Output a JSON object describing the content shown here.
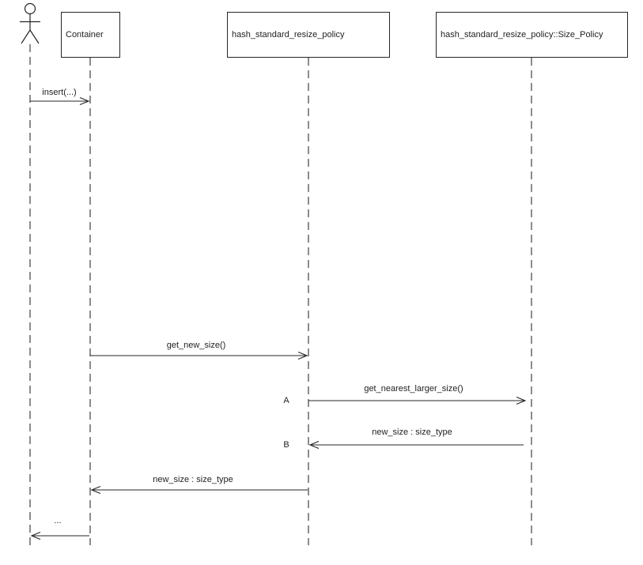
{
  "diagram": {
    "kind": "uml-sequence-diagram",
    "colors": {
      "background": "#ffffff",
      "line": "#262626",
      "text": "#1f1f1f"
    },
    "actor": {
      "description": "stick-figure actor (unnamed client)"
    },
    "participants": [
      {
        "label": "Container"
      },
      {
        "label": "hash_standard_resize_policy"
      },
      {
        "label": "hash_standard_resize_policy::Size_Policy"
      }
    ],
    "messages": [
      {
        "label": "insert(...)",
        "from": "actor",
        "to": "Container",
        "direction": "right"
      },
      {
        "label": "get_new_size()",
        "from": "Container",
        "to": "hash_standard_resize_policy",
        "direction": "right"
      },
      {
        "label": "get_nearest_larger_size()",
        "marker": "A",
        "from": "hash_standard_resize_policy",
        "to": "hash_standard_resize_policy::Size_Policy",
        "direction": "right"
      },
      {
        "label": "new_size : size_type",
        "marker": "B",
        "from": "hash_standard_resize_policy::Size_Policy",
        "to": "hash_standard_resize_policy",
        "direction": "left"
      },
      {
        "label": "new_size : size_type",
        "from": "hash_standard_resize_policy",
        "to": "Container",
        "direction": "left"
      },
      {
        "label": "...",
        "from": "Container",
        "to": "actor",
        "direction": "left"
      }
    ]
  }
}
